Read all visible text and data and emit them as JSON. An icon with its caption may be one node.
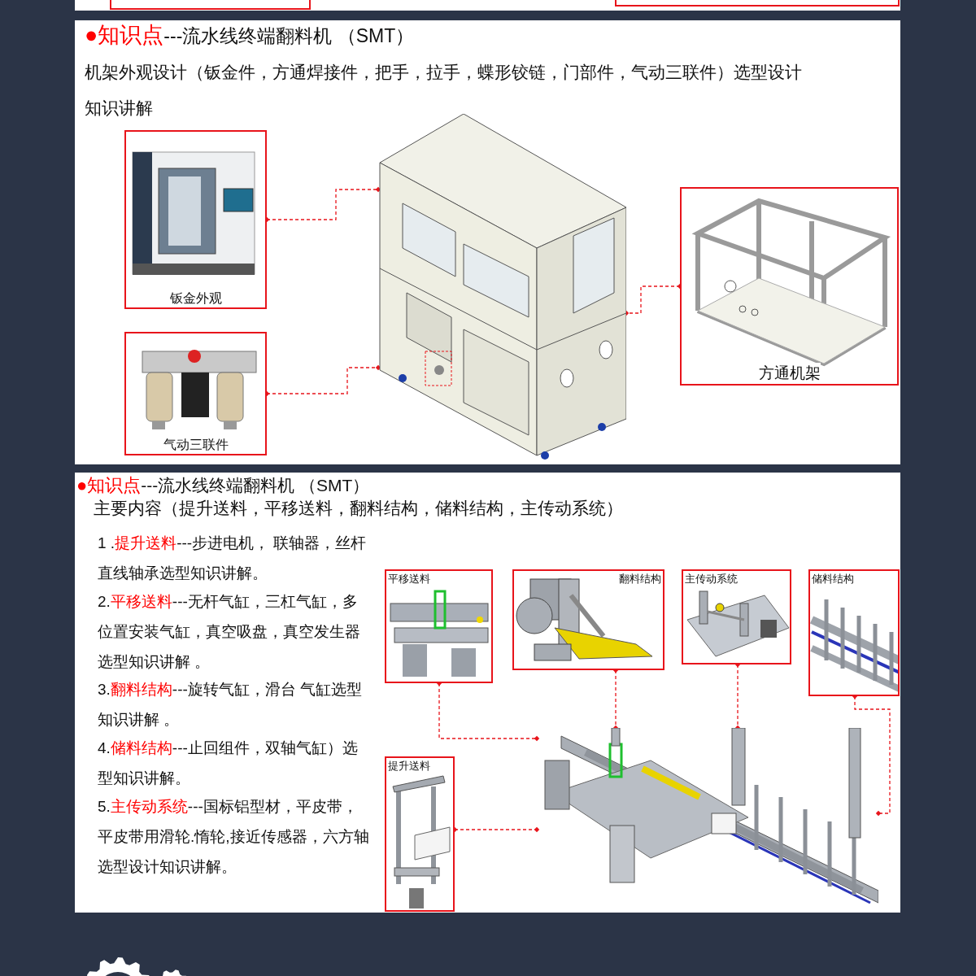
{
  "diagram": {
    "nodes": [
      {
        "text": [
          "钣金外观"
        ]
      },
      {
        "text": [
          "气动三联件"
        ]
      },
      {
        "text": [],
        "shape": "picture"
      },
      {
        "text": [
          "方通机架"
        ]
      },
      {
        "text": [
          "平移送料"
        ]
      },
      {
        "text": [
          "翻料结构"
        ]
      },
      {
        "text": [
          "主传动系统"
        ]
      },
      {
        "text": [
          "储料结构"
        ]
      },
      {
        "text": [
          "提升送料"
        ]
      },
      {
        "text": [],
        "shape": "picture"
      }
    ],
    "edges": [
      {
        "from": 0,
        "to": 2,
        "arrow": "other",
        "style": "dashed"
      },
      {
        "from": 1,
        "to": 2,
        "arrow": "other",
        "style": "dashed"
      },
      {
        "from": 3,
        "to": 2,
        "arrow": "other",
        "style": "dashed"
      },
      {
        "from": 4,
        "to": 9,
        "arrow": "other",
        "style": "dashed"
      },
      {
        "from": 5,
        "to": 9,
        "arrow": "other",
        "style": "dashed"
      },
      {
        "from": 6,
        "to": 9,
        "arrow": "other",
        "style": "dashed"
      },
      {
        "from": 7,
        "to": 9,
        "arrow": "other",
        "style": "dashed"
      },
      {
        "from": 8,
        "to": 9,
        "arrow": "other",
        "style": "dashed"
      }
    ],
    "labels": [
      "●知识点",
      "---流水线终端翻料机 （SMT）",
      "机架外观设计（钣金件，方通焊接件，把手，拉手，蝶形铰链，门部件，气动三联件）选型设计知识讲解",
      "●知识点",
      "---流水线终端翻料机 （SMT）",
      "主要内容（提升送料，平移送料，翻料结构，储料结构，主传动系统）",
      "1 .",
      "提升送料",
      "---步进电机， 联轴器，丝杆直线轴承选型知识讲解。",
      "2.",
      "平移送料",
      "---无杆气缸，三杠气缸，多位置安装气缸，真空吸盘，真空发生器选型知识讲解 。",
      "3.",
      "翻料结构",
      "---旋转气缸，滑台 气缸选型知识讲解 。",
      "4.",
      "储料结构",
      "---止回组件，双轴气缸）选型知识讲解。",
      "5.",
      "主传动系统",
      "---国标铝型材，平皮带，平皮带用滑轮.惰轮,接近传感器，六方轴选型设计知识讲解。"
    ]
  }
}
